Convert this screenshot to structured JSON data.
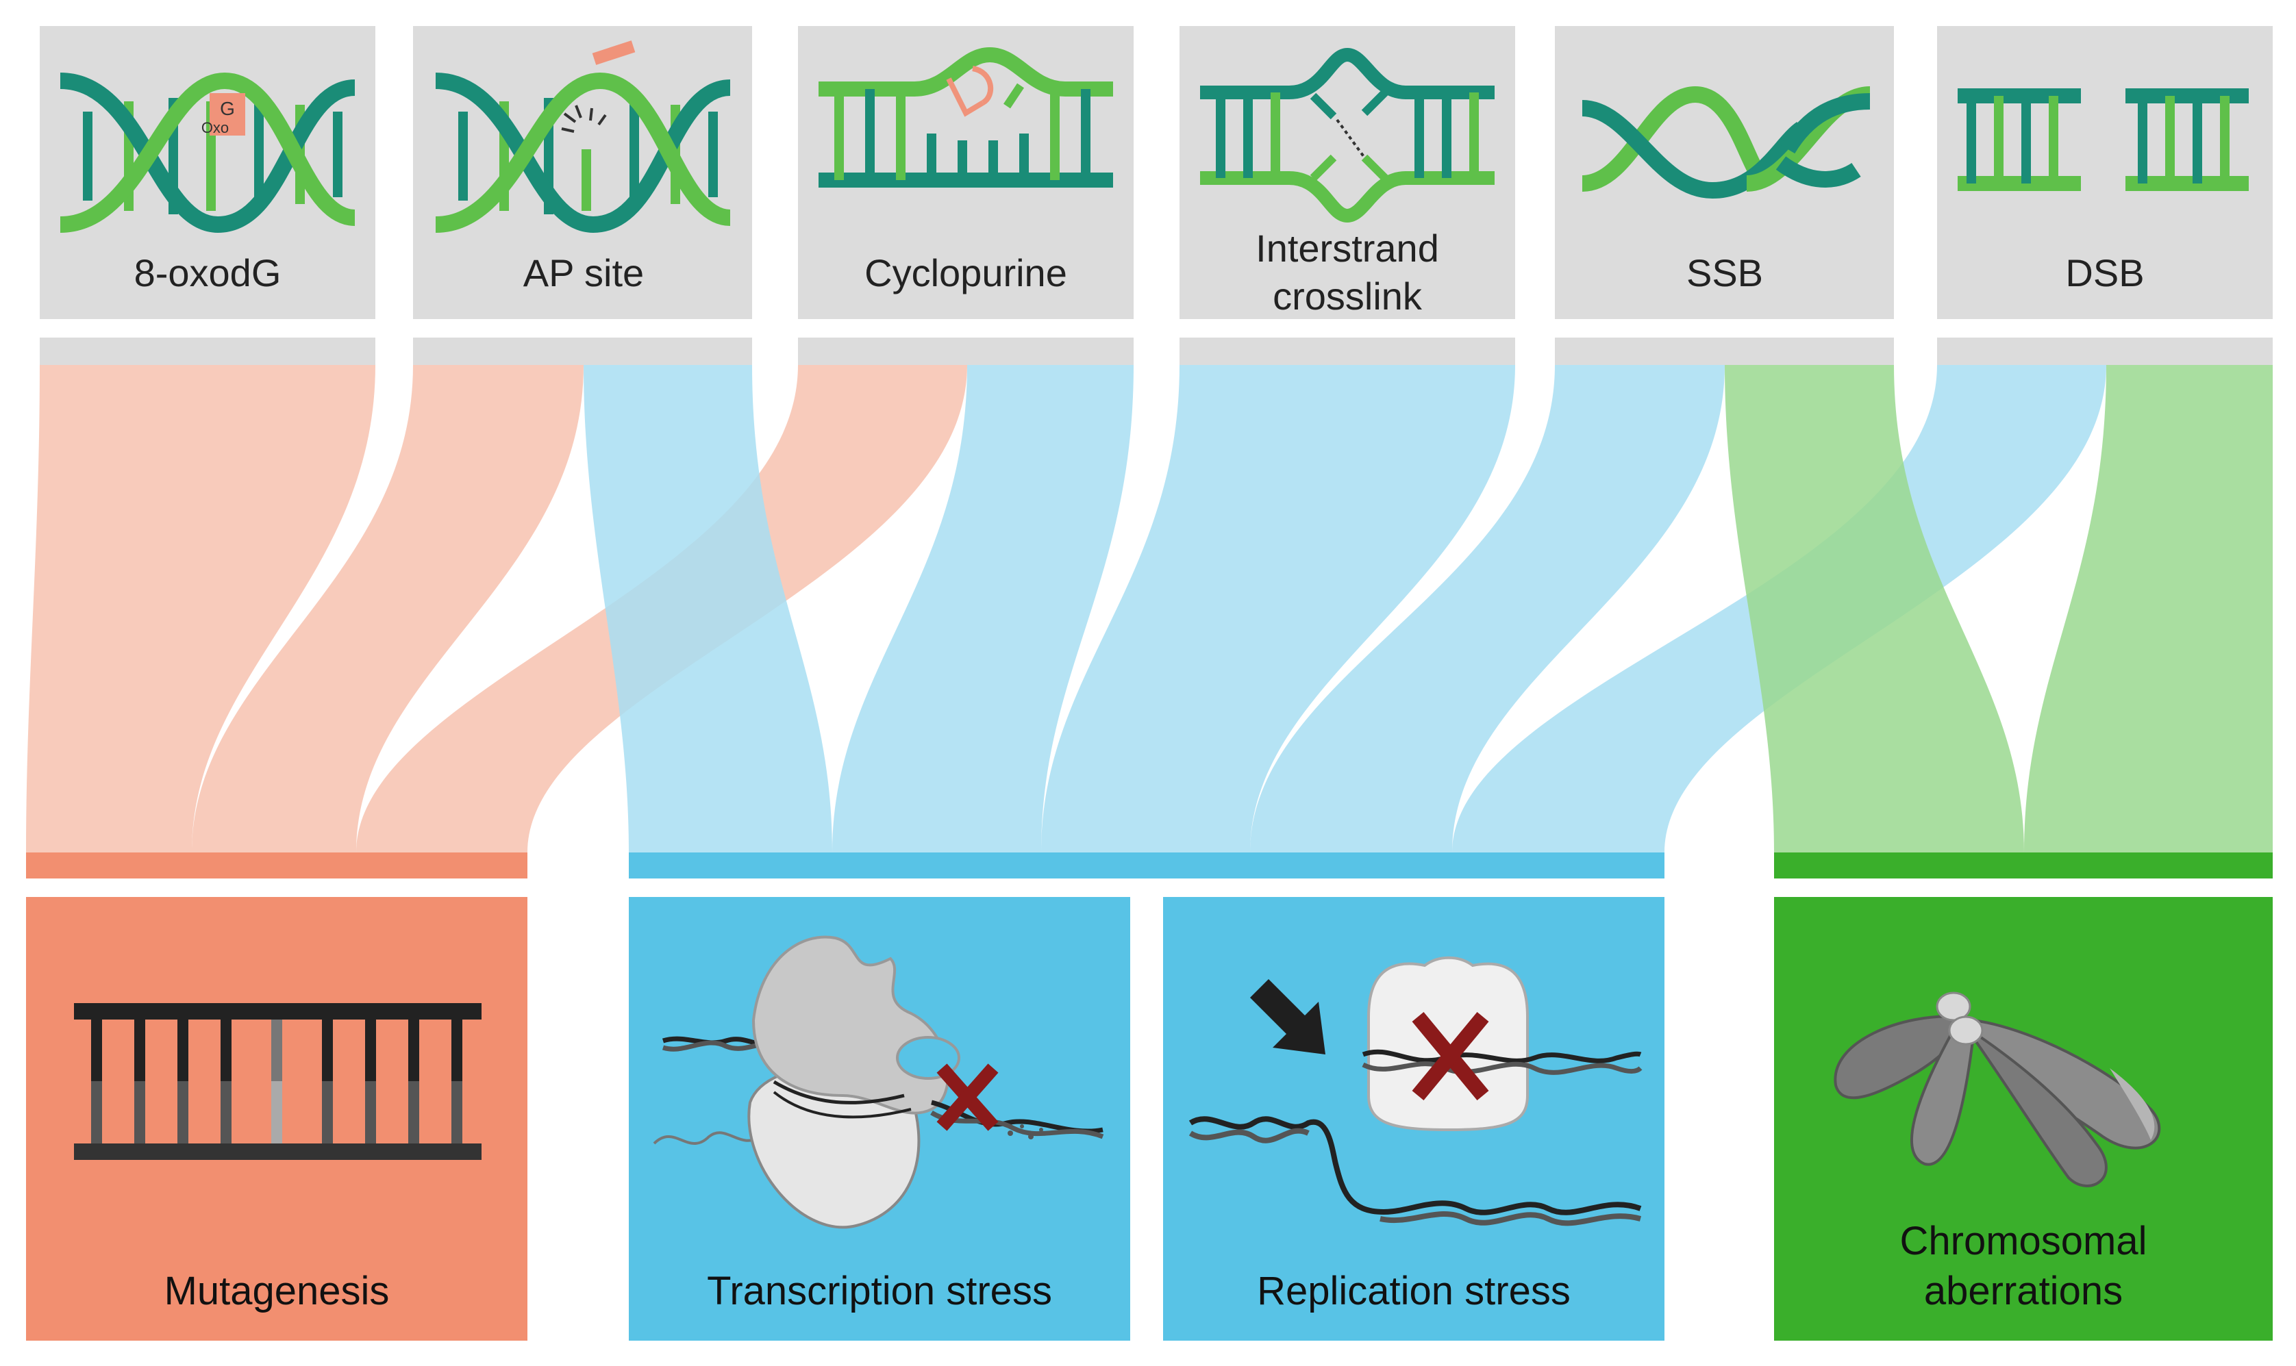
{
  "lesions": [
    {
      "id": "8-oxodg",
      "label": "8-oxodG",
      "marker_top": "G",
      "marker_bottom": "Oxo"
    },
    {
      "id": "ap-site",
      "label": "AP site"
    },
    {
      "id": "cyclopurine",
      "label": "Cyclopurine"
    },
    {
      "id": "interstrand-crosslink",
      "label_line1": "Interstrand",
      "label_line2": "crosslink"
    },
    {
      "id": "ssb",
      "label": "SSB"
    },
    {
      "id": "dsb",
      "label": "DSB"
    }
  ],
  "outcomes": [
    {
      "id": "mutagenesis",
      "label": "Mutagenesis",
      "group": "mutagenesis"
    },
    {
      "id": "transcription-stress",
      "label": "Transcription stress",
      "group": "stress"
    },
    {
      "id": "replication-stress",
      "label": "Replication stress",
      "group": "stress"
    },
    {
      "id": "chromosomal-aberrations",
      "label_line1": "Chromosomal",
      "label_line2": "aberrations",
      "group": "chromosomal"
    }
  ],
  "flows": [
    {
      "from": "8-oxodg",
      "to": "mutagenesis"
    },
    {
      "from": "ap-site",
      "to": "mutagenesis"
    },
    {
      "from": "cyclopurine",
      "to": "mutagenesis"
    },
    {
      "from": "ap-site",
      "to": "stress"
    },
    {
      "from": "cyclopurine",
      "to": "stress"
    },
    {
      "from": "interstrand-crosslink",
      "to": "stress"
    },
    {
      "from": "ssb",
      "to": "stress"
    },
    {
      "from": "dsb",
      "to": "stress"
    },
    {
      "from": "ssb",
      "to": "chromosomal"
    },
    {
      "from": "dsb",
      "to": "chromosomal"
    }
  ],
  "colors": {
    "mutagenesis": "#f28f70",
    "mutagenesis_flow": "#f7c5b4",
    "stress": "#58c3e6",
    "stress_flow": "#a8def2",
    "chromosomal": "#3aaf2b",
    "chromosomal_flow": "#9ad88f",
    "panel_gray": "#dcdcdc",
    "dna_dark": "#1a8c77",
    "dna_light": "#5fc04a",
    "damage": "#f0937a",
    "block_x": "#8b1a1a"
  }
}
